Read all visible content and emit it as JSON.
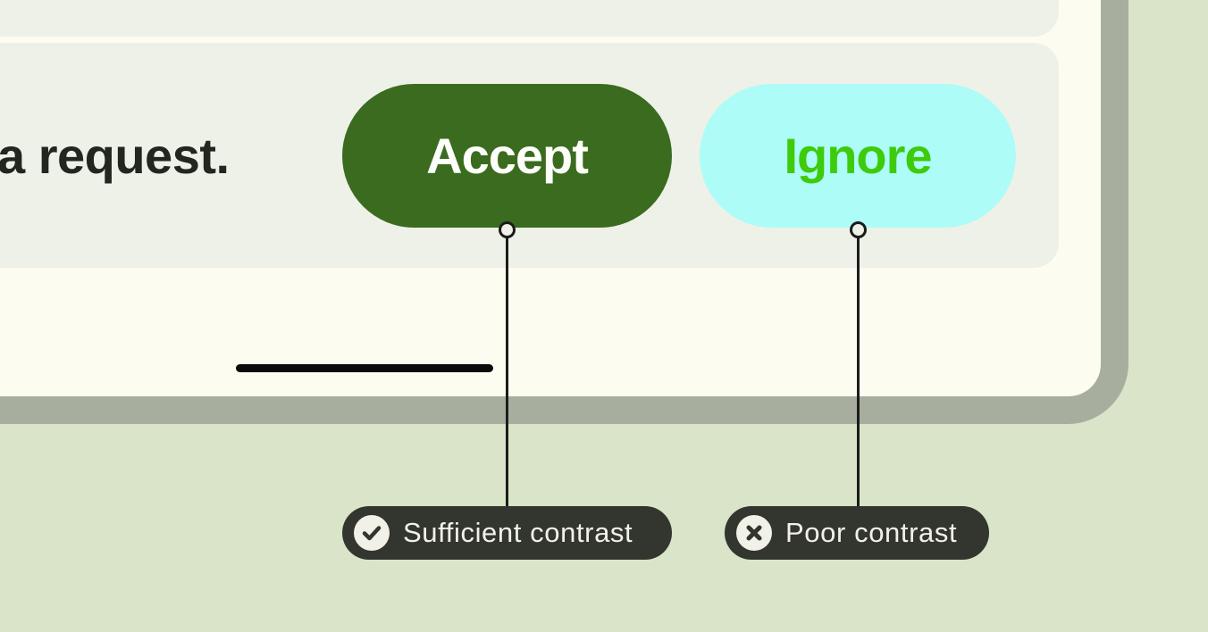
{
  "illustration": {
    "background_color": "#d9e4c8",
    "phone": {
      "frame_color": "#a8ae9d",
      "screen_color": "#fdfcf0",
      "card_color": "#eef1e7",
      "message_text": "a request.",
      "buttons": [
        {
          "label": "Accept",
          "background": "#3a6b1f",
          "text_color": "#fdfdfa"
        },
        {
          "label": "Ignore",
          "background": "#adfcf8",
          "text_color": "#3ecb0b"
        }
      ]
    },
    "callouts": [
      {
        "label": "Sufficient contrast",
        "icon": "checkmark",
        "background": "#32362f",
        "text_color": "#f2f1e8"
      },
      {
        "label": "Poor contrast",
        "icon": "cross",
        "background": "#32362f",
        "text_color": "#f2f1e8"
      }
    ]
  }
}
